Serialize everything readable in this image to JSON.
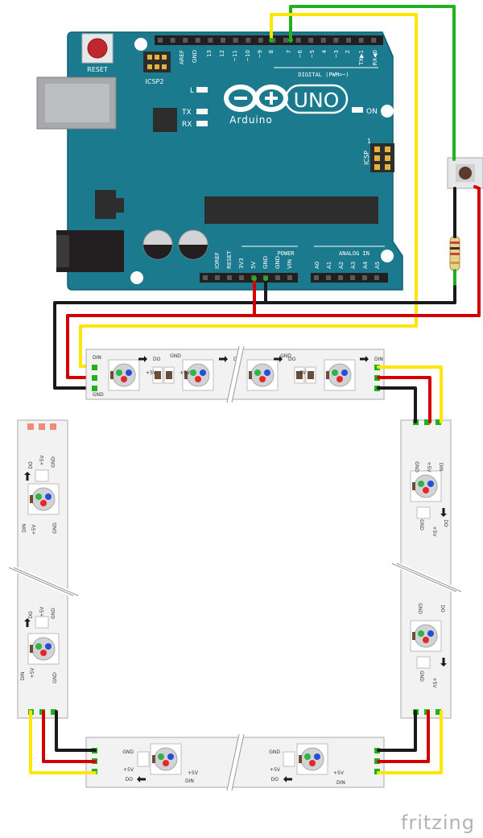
{
  "board": {
    "reset_label": "RESET",
    "icsp2_label": "ICSP2",
    "icsp_label": "ICSP",
    "l_label": "L",
    "tx_label": "TX",
    "rx_label": "RX",
    "on_label": "ON",
    "uno_label": "UNO",
    "brand_label": "Arduino",
    "digital_label": "DIGITAL (PWM=~)",
    "power_label": "POWER",
    "analog_label": "ANALOG IN",
    "icsp_pin1": "1",
    "top_pins": [
      "AREF",
      "GND",
      "13",
      "12",
      "~11",
      "~10",
      "~9",
      "8",
      "7",
      "~6",
      "~5",
      "4",
      "~3",
      "2",
      "TX▶1",
      "RX◀0"
    ],
    "power_pins": [
      "IOREF",
      "RESET",
      "3V3",
      "5V",
      "GND",
      "GND",
      "VIN"
    ],
    "analog_pins": [
      "A0",
      "A1",
      "A2",
      "A3",
      "A4",
      "A5"
    ]
  },
  "strip": {
    "din": "DIN",
    "do": "DO",
    "gnd": "GND",
    "v5": "+5V"
  },
  "watermark": "fritzing",
  "colors": {
    "board": "#1b7a8e",
    "wire_red": "#d40000",
    "wire_black": "#1a1a1a",
    "wire_yellow": "#ffe600",
    "wire_green": "#21b21b",
    "strip_bg": "#f2f2f2",
    "led_red": "#e8262a",
    "led_green": "#2db34a",
    "led_blue": "#2a4dd9"
  }
}
